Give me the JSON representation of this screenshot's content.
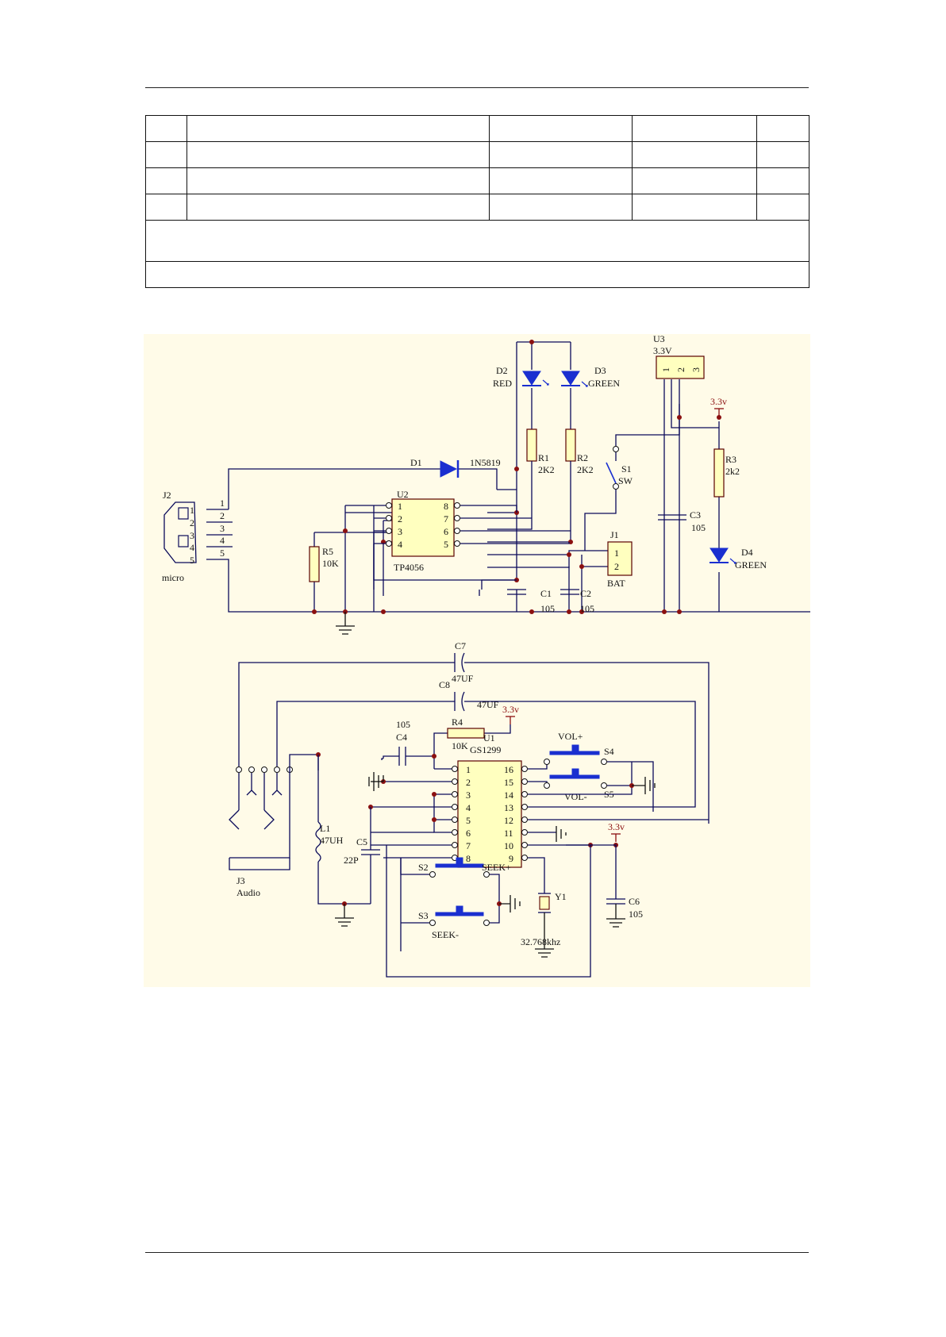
{
  "page": {
    "background": "#ffffff",
    "schematic_background": "#fffbe8"
  },
  "header_table": {
    "rows": [
      [
        "",
        "",
        "",
        "",
        ""
      ],
      [
        "",
        "",
        "",
        "",
        ""
      ],
      [
        "",
        "",
        "",
        "",
        ""
      ],
      [
        "",
        "",
        "",
        "",
        ""
      ]
    ],
    "wide_rows": [
      "",
      ""
    ]
  },
  "schematic": {
    "colors": {
      "wire": "#0a0a5a",
      "junction": "#8b1010",
      "part_fill": "#ffffbf",
      "part_stroke": "#5a0000",
      "led_and_switch": "#1a2fd0",
      "power_label": "#8b1010"
    },
    "labels": {
      "u3_ref": "U3",
      "u3_val": "3.3V",
      "u3_p1": "1",
      "u3_p2": "2",
      "u3_p3": "3",
      "d2_ref": "D2",
      "d2_val": "RED",
      "d3_ref": "D3",
      "d3_val": "GREEN",
      "vcc_top": "3.3v",
      "d1_ref": "D1",
      "d1_val": "1N5819",
      "r1_ref": "R1",
      "r1_val": "2K2",
      "r2_ref": "R2",
      "r2_val": "2K2",
      "s1_ref": "S1",
      "s1_val": "SW",
      "r3_ref": "R3",
      "r3_val": "2k2",
      "j2_ref": "J2",
      "j2_val": "micro",
      "j2_p1": "1",
      "j2_p2": "2",
      "j2_p3": "3",
      "j2_p4": "4",
      "j2_p5": "5",
      "j2_n1": "1",
      "j2_n2": "2",
      "j2_n3": "3",
      "j2_n4": "4",
      "j2_n5": "5",
      "u2_ref": "U2",
      "u2_val": "TP4056",
      "u2_p1": "1",
      "u2_p2": "2",
      "u2_p3": "3",
      "u2_p4": "4",
      "u2_p8": "8",
      "u2_p7": "7",
      "u2_p6": "6",
      "u2_p5": "5",
      "r5_ref": "R5",
      "r5_val": "10K",
      "j1_ref": "J1",
      "j1_val": "BAT",
      "j1_p1": "1",
      "j1_p2": "2",
      "c3_ref": "C3",
      "c3_val": "105",
      "d4_ref": "D4",
      "d4_val": "GREEN",
      "c1_ref": "C1",
      "c1_val": "105",
      "c2_ref": "C2",
      "c2_val": "105",
      "c7_ref": "C7",
      "c7_val": "47UF",
      "c8_ref": "C8",
      "c8_val": "47UF",
      "c4_val": "105",
      "c4_ref": "C4",
      "r4_ref": "R4",
      "r4_val": "10K",
      "vcc_mid": "3.3v",
      "u1_ref": "U1",
      "u1_val": "GS1299",
      "s4_val": "VOL+",
      "s4_ref": "S4",
      "s5_val": "VOL-",
      "s5_ref": "S5",
      "u1_p1": "1",
      "u1_p2": "2",
      "u1_p3": "3",
      "u1_p4": "4",
      "u1_p5": "5",
      "u1_p6": "6",
      "u1_p7": "7",
      "u1_p8": "8",
      "u1_p16": "16",
      "u1_p15": "15",
      "u1_p14": "14",
      "u1_p13": "13",
      "u1_p12": "12",
      "u1_p11": "11",
      "u1_p10": "10",
      "u1_p9": "9",
      "vcc_right": "3.3v",
      "l1_ref": "L1",
      "l1_val": "47UH",
      "c5_ref": "C5",
      "c5_val": "22P",
      "j3_ref": "J3",
      "j3_val": "Audio",
      "s2_ref": "S2",
      "s2_val": "SEEK+",
      "s3_ref": "S3",
      "s3_val": "SEEK-",
      "y1_ref": "Y1",
      "y1_val": "32.768khz",
      "c6_ref": "C6",
      "c6_val": "105"
    }
  }
}
